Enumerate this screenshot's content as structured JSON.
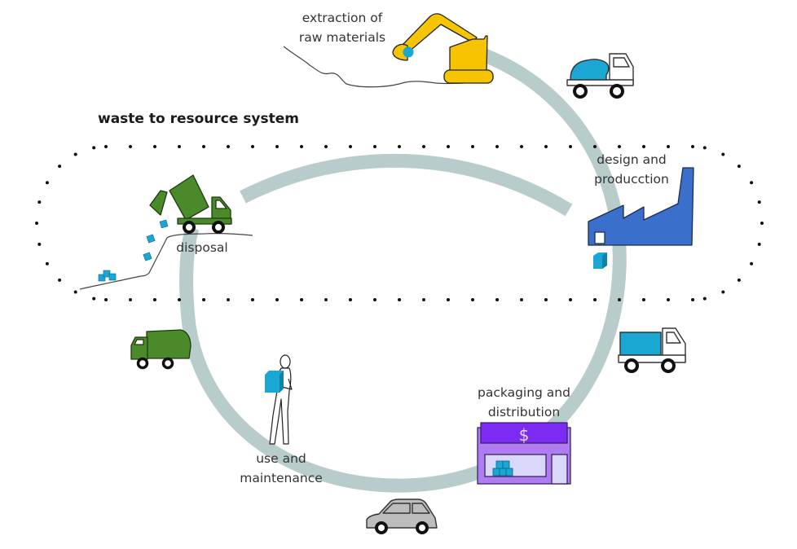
{
  "diagram": {
    "boundary_title": "waste to resource system",
    "stages": [
      {
        "id": "extraction",
        "lines": [
          "extraction of",
          "raw materials"
        ],
        "icon": "excavator-icon"
      },
      {
        "id": "design",
        "lines": [
          "design and",
          "producction"
        ],
        "icon": "factory-icon"
      },
      {
        "id": "packaging",
        "lines": [
          "packaging and",
          "distribution"
        ],
        "icon": "store-icon"
      },
      {
        "id": "use",
        "lines": [
          "use and",
          "maintenance"
        ],
        "icon": "person-icon"
      },
      {
        "id": "disposal",
        "lines": [
          "disposal"
        ],
        "icon": "dump-truck-icon"
      }
    ],
    "store_sign": "$",
    "transports": [
      {
        "between": "extraction-design",
        "icon": "mixer-truck-icon"
      },
      {
        "between": "design-packaging",
        "icon": "box-truck-icon"
      },
      {
        "between": "packaging-use",
        "icon": "car-icon"
      },
      {
        "between": "use-disposal",
        "icon": "garbage-truck-icon"
      }
    ],
    "colors": {
      "cycle": "#b7cccb",
      "excavator": "#f6c400",
      "material": "#1aa7d4",
      "factory": "#3a6fcb",
      "store_body": "#b07cf2",
      "store_sign": "#7b2bf4",
      "store_window": "#d9d8fb",
      "disposal_truck": "#4b8a2a",
      "car": "#bdbdbd",
      "dots": "#111111"
    }
  }
}
